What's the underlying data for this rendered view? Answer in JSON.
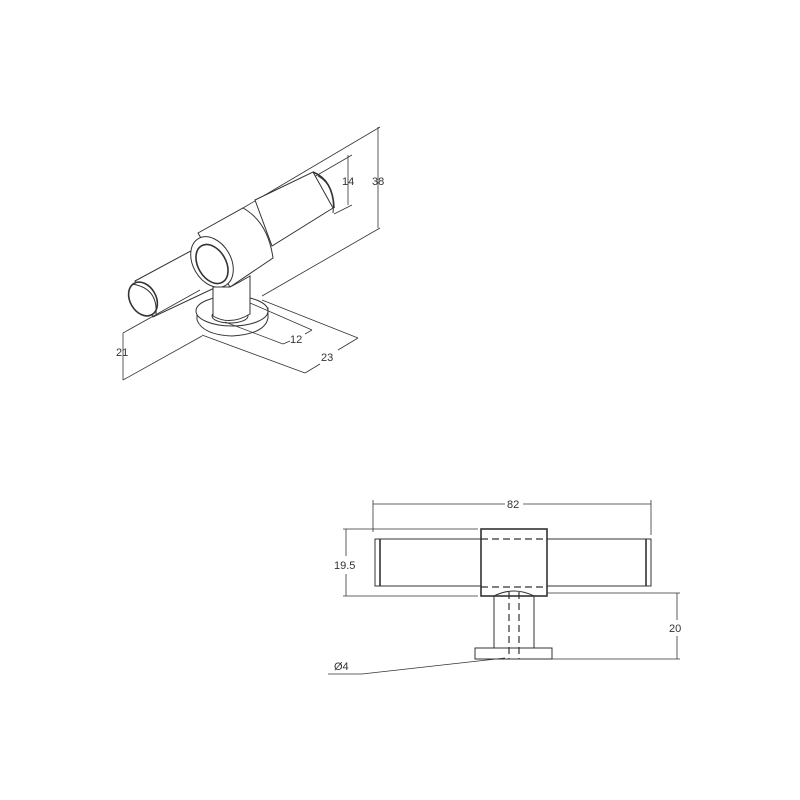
{
  "isometric_view": {
    "dimensions": {
      "overall_height": "38",
      "rod_diameter": "14",
      "base_height": "21",
      "stem_diameter": "12",
      "base_diameter": "23"
    }
  },
  "front_view": {
    "dimensions": {
      "overall_length": "82",
      "collar_height": "19.5",
      "stem_height": "20",
      "hole_diameter": "Ø4"
    }
  }
}
